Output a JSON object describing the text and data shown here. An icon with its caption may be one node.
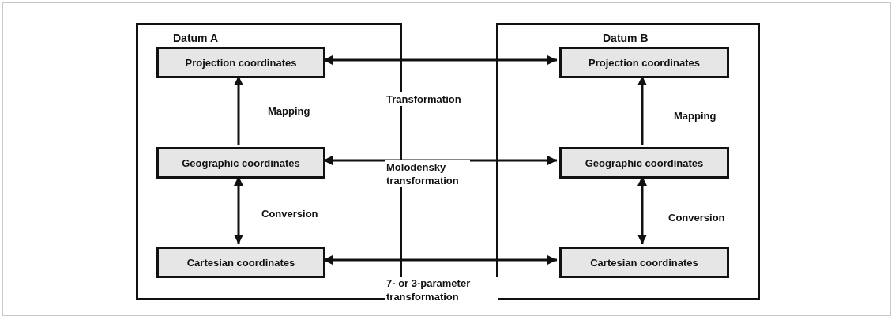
{
  "diagram": {
    "nodes": [
      {
        "text": [
          "Datum A"
        ]
      },
      {
        "text": [
          "Projection coordinates"
        ],
        "in": 0
      },
      {
        "text": [
          "Geographic coordinates"
        ],
        "in": 0
      },
      {
        "text": [
          "Cartesian coordinates"
        ],
        "in": 0
      },
      {
        "text": [
          "Datum B"
        ]
      },
      {
        "text": [
          "Projection coordinates"
        ],
        "in": 4
      },
      {
        "text": [
          "Geographic coordinates"
        ],
        "in": 4
      },
      {
        "text": [
          "Cartesian coordinates"
        ],
        "in": 4
      }
    ],
    "edges": [
      {
        "from": 1,
        "to": 5,
        "arrow": "both",
        "label": "Transformation"
      },
      {
        "from": 2,
        "to": 1,
        "arrow": "to",
        "label": "Mapping"
      },
      {
        "from": 2,
        "to": 6,
        "arrow": "both",
        "label": "Molodensky transformation"
      },
      {
        "from": 2,
        "to": 3,
        "arrow": "both",
        "label": "Conversion"
      },
      {
        "from": 6,
        "to": 5,
        "arrow": "to",
        "label": "Mapping"
      },
      {
        "from": 3,
        "to": 7,
        "arrow": "both",
        "label": "7- or 3-parameter transformation"
      },
      {
        "from": 6,
        "to": 7,
        "arrow": "both",
        "label": "Conversion"
      }
    ]
  }
}
